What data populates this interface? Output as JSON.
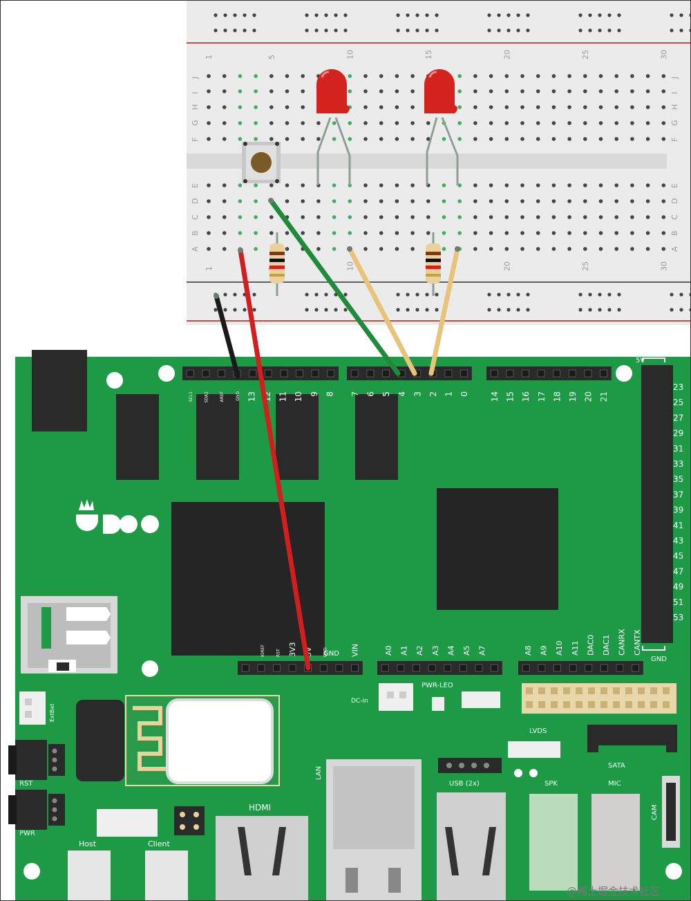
{
  "breadboard": {
    "col_numbers": [
      "1",
      "5",
      "10",
      "15",
      "20",
      "25",
      "30"
    ],
    "rows_top": [
      "J",
      "I",
      "H",
      "G",
      "F"
    ],
    "rows_bottom": [
      "E",
      "D",
      "C",
      "B",
      "A"
    ]
  },
  "board": {
    "brand": "UDOO",
    "top_left_header": [
      "SCL1",
      "SDA1",
      "AREF",
      "GND",
      "13",
      "12",
      "11",
      "10",
      "9",
      "8"
    ],
    "top_mid_header": [
      "7",
      "6",
      "5",
      "4",
      "3",
      "2",
      "1",
      "0"
    ],
    "top_right_header": [
      "14",
      "15",
      "16",
      "17",
      "18",
      "19",
      "20",
      "21"
    ],
    "right_header_top": "5V",
    "right_header_bottom": "GND",
    "right_header_pins": [
      "23",
      "25",
      "27",
      "29",
      "31",
      "33",
      "35",
      "37",
      "39",
      "41",
      "43",
      "45",
      "47",
      "49",
      "51",
      "53"
    ],
    "power_header": [
      "IOREF",
      "RST",
      "3V3",
      "5V",
      "GND",
      "",
      "VIN"
    ],
    "power_header_extra": "GND",
    "analog_header_1": [
      "A0",
      "A1",
      "A2",
      "A3",
      "A4",
      "A5",
      "A7"
    ],
    "analog_header_2": [
      "A8",
      "A9",
      "A10",
      "A11",
      "DAC0",
      "DAC1",
      "CANRX",
      "CANTX"
    ],
    "labels": {
      "dc_in": "DC-in",
      "pwr_led": "PWR-LED",
      "lvds": "LVDS",
      "sata": "SATA",
      "lan": "LAN",
      "usb": "USB (2x)",
      "spk": "SPK",
      "mic": "MIC",
      "cam": "CAM",
      "hdmi": "HDMI",
      "host": "Host",
      "client": "Client",
      "rst": "RST",
      "pwr": "PWR",
      "extbat": "ExtBat"
    }
  },
  "watermark": "@稀土掘金技术社区",
  "colors": {
    "board": "#1e9a46",
    "breadboard": "#ebebeb",
    "wire_black": "#1a1a1a",
    "wire_red": "#d21e1e",
    "wire_green": "#1e8a3c",
    "wire_yellow": "#e8c47a",
    "led": "#d4221e"
  },
  "parts": [
    "push-button",
    "led",
    "led",
    "resistor",
    "resistor"
  ]
}
